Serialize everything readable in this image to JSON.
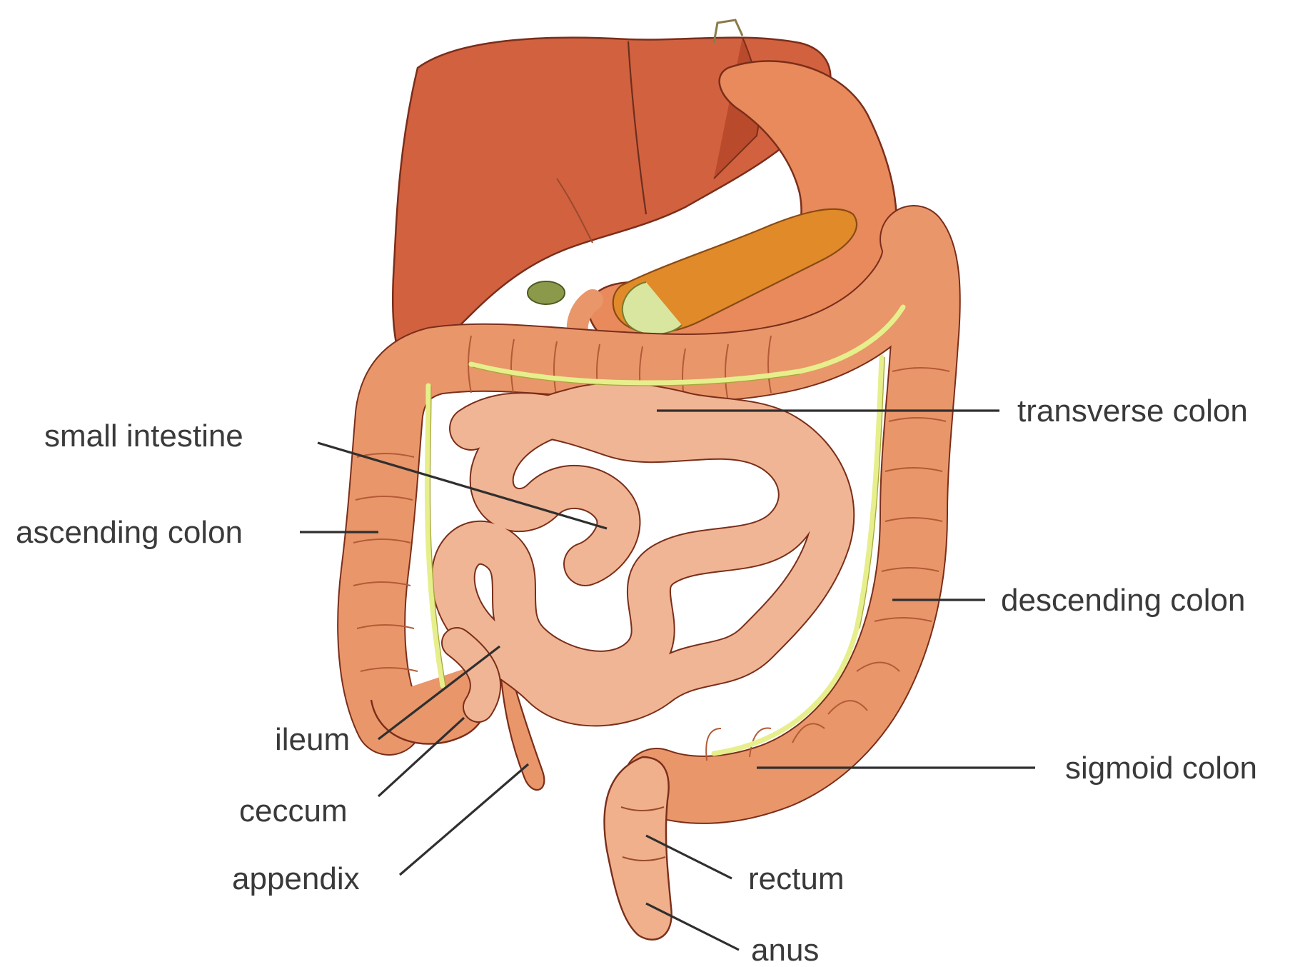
{
  "labels": {
    "small_intestine": "small intestine",
    "ascending_colon": "ascending colon",
    "ileum": "ileum",
    "ceccum": "ceccum",
    "appendix": "appendix",
    "transverse_colon": "transverse colon",
    "descending_colon": "descending colon",
    "sigmoid_colon": "sigmoid colon",
    "rectum": "rectum",
    "anus": "anus"
  },
  "colors": {
    "liver": "#d2613f",
    "liver_dark": "#b94a2c",
    "stomach": "#e88a5c",
    "pancreas": "#e08a2a",
    "colon": "#e9966a",
    "small_intestine": "#f0b594",
    "gallbladder": "#8a9a4a",
    "mesentery": "#e6ef8c",
    "rectum": "#f0b08c"
  }
}
